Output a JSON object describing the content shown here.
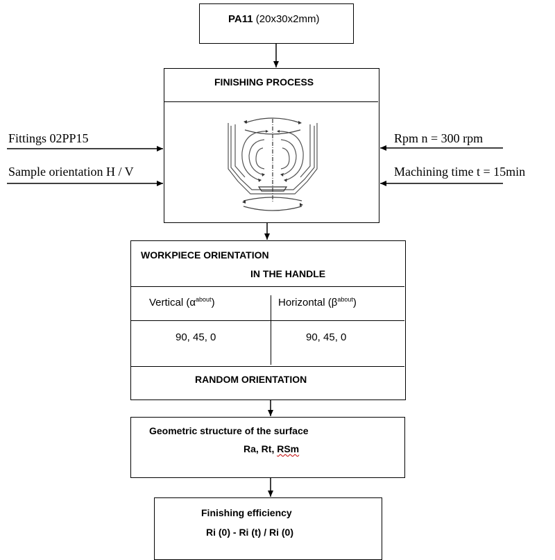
{
  "material": {
    "name": "PA11",
    "dims": "(20x30x2mm)"
  },
  "finishing": {
    "title": "FINISHING PROCESS"
  },
  "inputs_left": [
    "Fittings 02PP15",
    "Sample orientation H / V"
  ],
  "inputs_right": [
    "Rpm n = 300 rpm",
    "Machining time t = 15min"
  ],
  "orientation": {
    "title_line1": "WORKPIECE ORIENTATION",
    "title_line2": "IN THE HANDLE",
    "vertical_label": "Vertical (α",
    "horizontal_label": "Horizontal (β",
    "sup": "about",
    "close_paren": ")",
    "vertical_values": "90, 45, 0",
    "horizontal_values": "90, 45, 0",
    "random": "RANDOM ORIENTATION"
  },
  "geometric": {
    "title": "Geometric structure of the surface",
    "params_prefix": "Ra, Rt, ",
    "params_last": "RSm"
  },
  "efficiency": {
    "title": "Finishing efficiency",
    "formula": "Ri (0) - Ri (t) / Ri (0)"
  }
}
